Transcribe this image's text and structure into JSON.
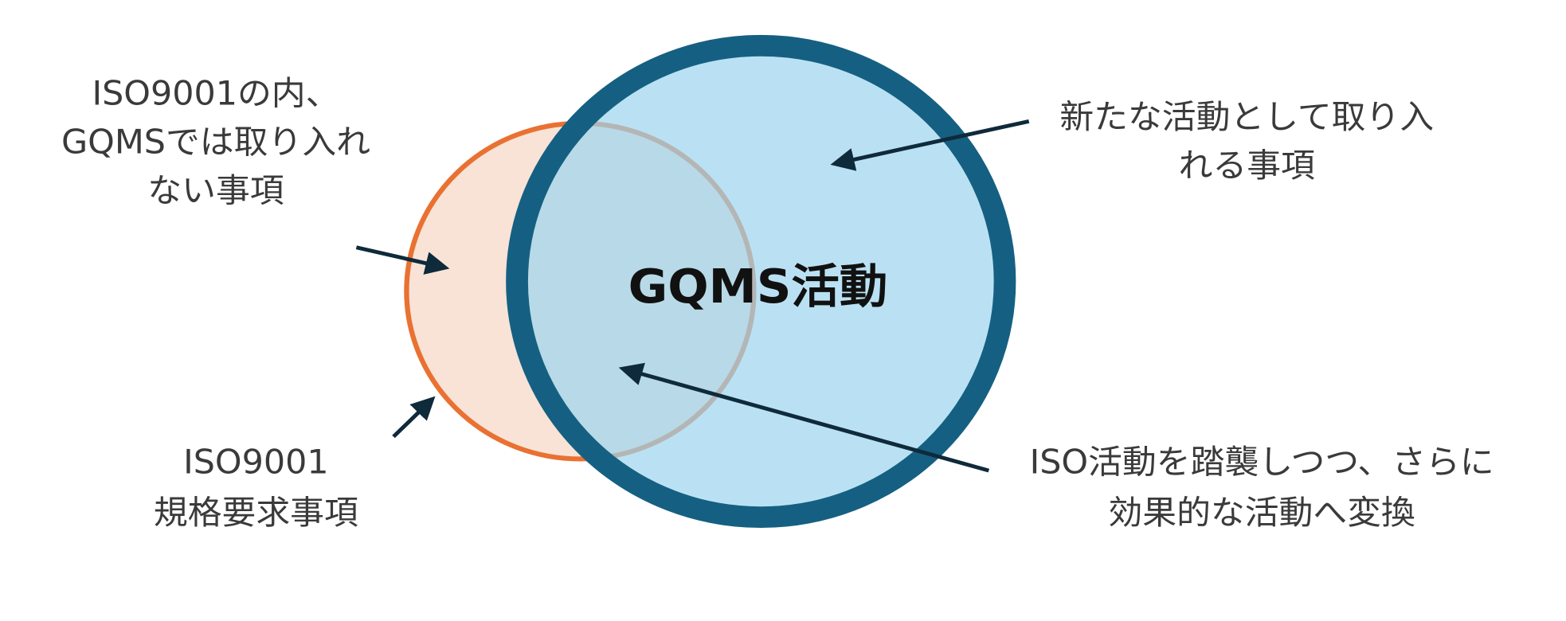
{
  "center_label": "GQMS活動",
  "labels": {
    "excluded": [
      "ISO9001の内、",
      "GQMSでは取り入れ",
      "ない事項"
    ],
    "new_items": [
      "新たな活動として取り入",
      "れる事項"
    ],
    "iso_requirements": [
      "ISO9001",
      "規格要求事項"
    ],
    "transformed": [
      "ISO活動を踏襲しつつ、さらに",
      "効果的な活動へ変換"
    ]
  },
  "colors": {
    "iso_circle_stroke": "#E97132",
    "iso_circle_fill": "#F8E3D6",
    "gqms_circle_stroke": "#156082",
    "gqms_circle_fill": "#9DD4EE",
    "arrow": "#0E2A3B",
    "text": "#3a3a3a"
  }
}
